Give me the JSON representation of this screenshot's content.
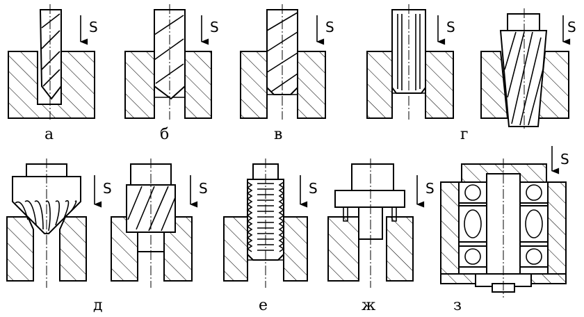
{
  "feed_label": "S",
  "panels": {
    "a": "а",
    "b": "б",
    "v": "в",
    "g": "г",
    "d": "д",
    "e": "е",
    "zh": "ж",
    "z": "з"
  }
}
